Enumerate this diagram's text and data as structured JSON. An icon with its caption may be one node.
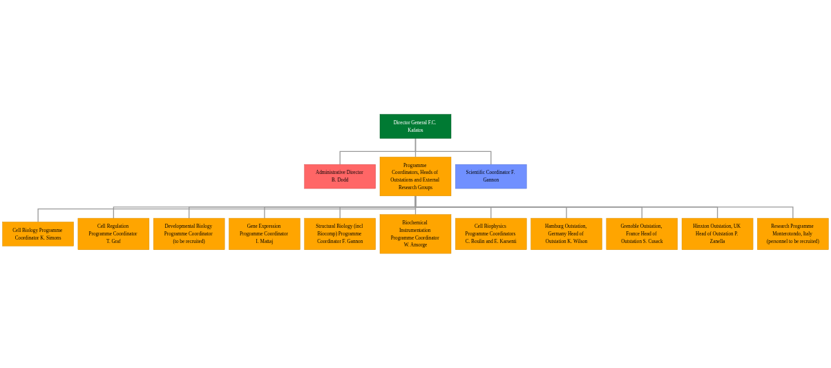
{
  "diagram": {
    "nodes": [
      {
        "text": [
          "Director General F.C. Kafatos"
        ]
      },
      {
        "text": [
          "Administrative Director B. Dodd"
        ]
      },
      {
        "text": [
          "Programme Coordinators, Heads of Outstations and External Research Groups"
        ]
      },
      {
        "text": [
          "Scientific Coordinator F. Gannon"
        ]
      },
      {
        "text": [
          "Cell Biology Programme Coordinator K. Simons"
        ]
      },
      {
        "text": [
          "Cell Regulation Programme Coordinator T. Graf"
        ]
      },
      {
        "text": [
          "Developmental Biology Programme Coordinator (to be recruited)"
        ]
      },
      {
        "text": [
          "Gene Expression Programme Coordinator I. Mattaj"
        ]
      },
      {
        "text": [
          "Structural Biology (incl Biocomp) Programme Coordinator F. Gannon"
        ]
      },
      {
        "text": [
          "Biochemical Instrumentation Programme Coordinator W. Ansorge"
        ]
      },
      {
        "text": [
          "Cell Biophysics Programme Coordinators C. Boulin and E. Karsenti"
        ]
      },
      {
        "text": [
          "Hamburg Outstation, Germany Head of Outstation K. Wilson"
        ]
      },
      {
        "text": [
          "Grenoble Outstation, France Head of Outstation S. Cusack"
        ]
      },
      {
        "text": [
          "Hinxton Outstation, UK Head of Outstation P. Zanella"
        ]
      },
      {
        "text": [
          "Research Programme Monterotondo, Italy (personnel to be recruited)"
        ]
      }
    ],
    "edges": [
      {
        "from": 0,
        "to": 1,
        "arrow": "none"
      },
      {
        "from": 0,
        "to": 2,
        "arrow": "none"
      },
      {
        "from": 0,
        "to": 3,
        "arrow": "none"
      },
      {
        "from": 2,
        "to": 4,
        "arrow": "none"
      },
      {
        "from": 2,
        "to": 5,
        "arrow": "none"
      },
      {
        "from": 2,
        "to": 6,
        "arrow": "none"
      },
      {
        "from": 2,
        "to": 7,
        "arrow": "none"
      },
      {
        "from": 2,
        "to": 8,
        "arrow": "none"
      },
      {
        "from": 2,
        "to": 9,
        "arrow": "none"
      },
      {
        "from": 2,
        "to": 10,
        "arrow": "none"
      },
      {
        "from": 2,
        "to": 11,
        "arrow": "none"
      },
      {
        "from": 2,
        "to": 12,
        "arrow": "none"
      },
      {
        "from": 2,
        "to": 13,
        "arrow": "none"
      },
      {
        "from": 2,
        "to": 14,
        "arrow": "none"
      }
    ]
  }
}
